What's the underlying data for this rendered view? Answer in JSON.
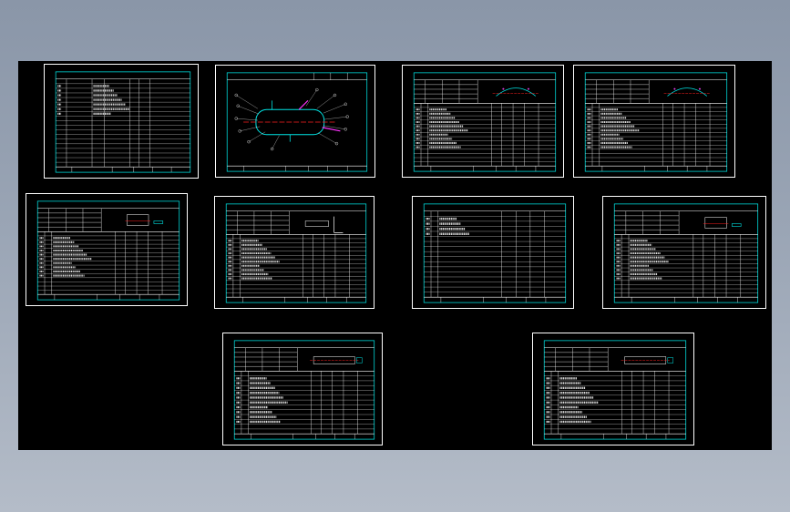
{
  "colors": {
    "background_top": "#8a96a8",
    "background_bottom": "#b4bcc8",
    "model_space": "#000000",
    "sheet_border": "#ffffff",
    "frame": "#00d8d8",
    "table_lines": "#ffffff",
    "title_text": "#ffff66",
    "vessel_outline": "#00e5e5",
    "centerline": "#ff2020",
    "nozzle": "#ff33ff",
    "head_profile": "#e040e0"
  },
  "drawing": {
    "sheets": [
      {
        "id": "s1",
        "kind": "list",
        "header": "????",
        "rows": 18
      },
      {
        "id": "s2",
        "kind": "assembly",
        "header": "??????? | ? ? ? | ? ? ?",
        "rows": 0
      },
      {
        "id": "s3",
        "kind": "part-head",
        "header": "?????????? | ? ? ? | ? ? ?",
        "rows": 14
      },
      {
        "id": "s4",
        "kind": "part-head",
        "header": "?????????? | ? ? ? | ? ? ?",
        "rows": 14
      },
      {
        "id": "s5",
        "kind": "part-plate",
        "header": "??????????? | ? ? ? | ? ? ?",
        "rows": 14
      },
      {
        "id": "s6",
        "kind": "part-angle",
        "header": "?????????? | ? ? ? | ? ? ?",
        "rows": 14
      },
      {
        "id": "s7",
        "kind": "text",
        "header": "?????????? | ? ? ? | ? ? ?",
        "rows": 16
      },
      {
        "id": "s8",
        "kind": "part-plate",
        "header": "?????????? | ? ? ? | ? ? ?",
        "rows": 14
      },
      {
        "id": "s9",
        "kind": "part-pipe",
        "header": "??????????? | ? ? ? | ? ? ?",
        "rows": 12
      },
      {
        "id": "s10",
        "kind": "part-pipe",
        "header": "??????????? | ? ? ? | ? ? ?",
        "rows": 12
      }
    ]
  }
}
